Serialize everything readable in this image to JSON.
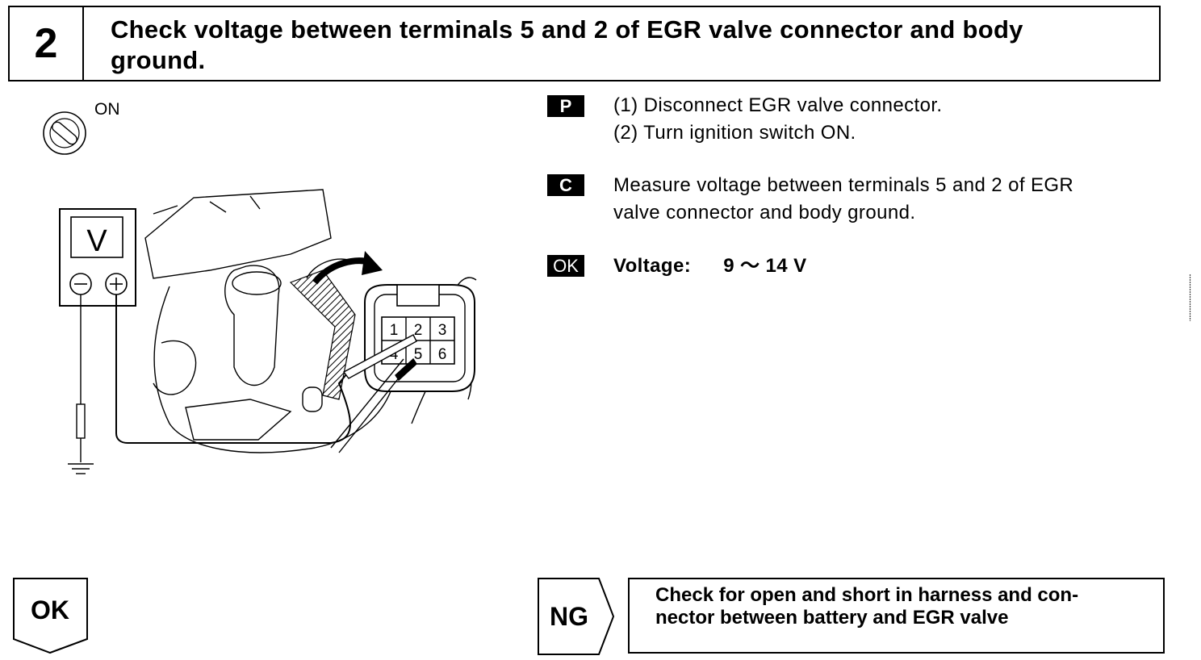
{
  "header": {
    "step_number": "2",
    "title_line1": "Check voltage between terminals 5 and 2 of EGR valve connector and body",
    "title_line2": "ground."
  },
  "ignition": {
    "label": "ON",
    "icon": "ignition-switch-icon"
  },
  "instructions": {
    "prepare_tag": "P",
    "prepare_step1": "(1) Disconnect EGR valve connector.",
    "prepare_step2": "(2) Turn ignition switch ON.",
    "check_tag": "C",
    "check_line1": "Measure voltage between terminals 5 and 2 of EGR",
    "check_line2": "valve connector and body ground.",
    "ok_tag": "OK",
    "ok_label": "Voltage:",
    "ok_value": "9 ～ 14 V"
  },
  "illustration": {
    "meter_label": "V",
    "minus_symbol": "⊖",
    "plus_symbol": "⊕",
    "connector_pins": [
      "1",
      "2",
      "3",
      "4",
      "5",
      "6"
    ]
  },
  "flow": {
    "ok_label": "OK",
    "ng_label": "NG",
    "ng_action_line1": "Check for open and short in harness and con-",
    "ng_action_line2": "nector between battery and EGR valve"
  }
}
